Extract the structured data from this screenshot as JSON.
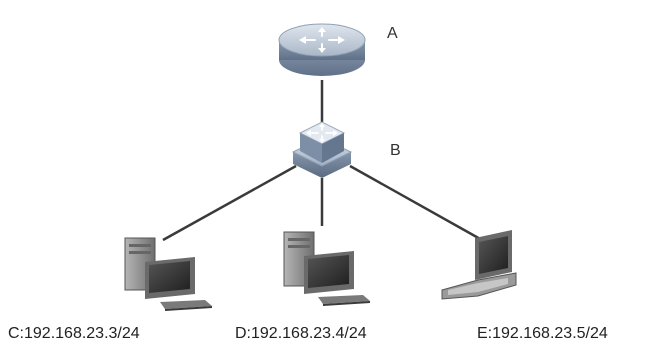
{
  "diagram": {
    "nodes": [
      {
        "id": "A",
        "label": "A",
        "kind": "router-icon"
      },
      {
        "id": "B",
        "label": "B",
        "kind": "switch-icon"
      },
      {
        "id": "C",
        "label": "C:192.168.23.3/24",
        "kind": "desktop-pc-icon"
      },
      {
        "id": "D",
        "label": "D:192.168.23.4/24",
        "kind": "desktop-pc-icon"
      },
      {
        "id": "E",
        "label": "E:192.168.23.5/24",
        "kind": "laptop-icon"
      }
    ],
    "links": [
      {
        "from": "A",
        "to": "B"
      },
      {
        "from": "B",
        "to": "C"
      },
      {
        "from": "B",
        "to": "D"
      },
      {
        "from": "B",
        "to": "E"
      }
    ]
  },
  "colors": {
    "device_blue": "#7d8fa6",
    "device_light": "#c9d3df",
    "link": "#3a3a3a",
    "pc_dark": "#4a4a4a",
    "pc_light": "#9a9a9a"
  }
}
